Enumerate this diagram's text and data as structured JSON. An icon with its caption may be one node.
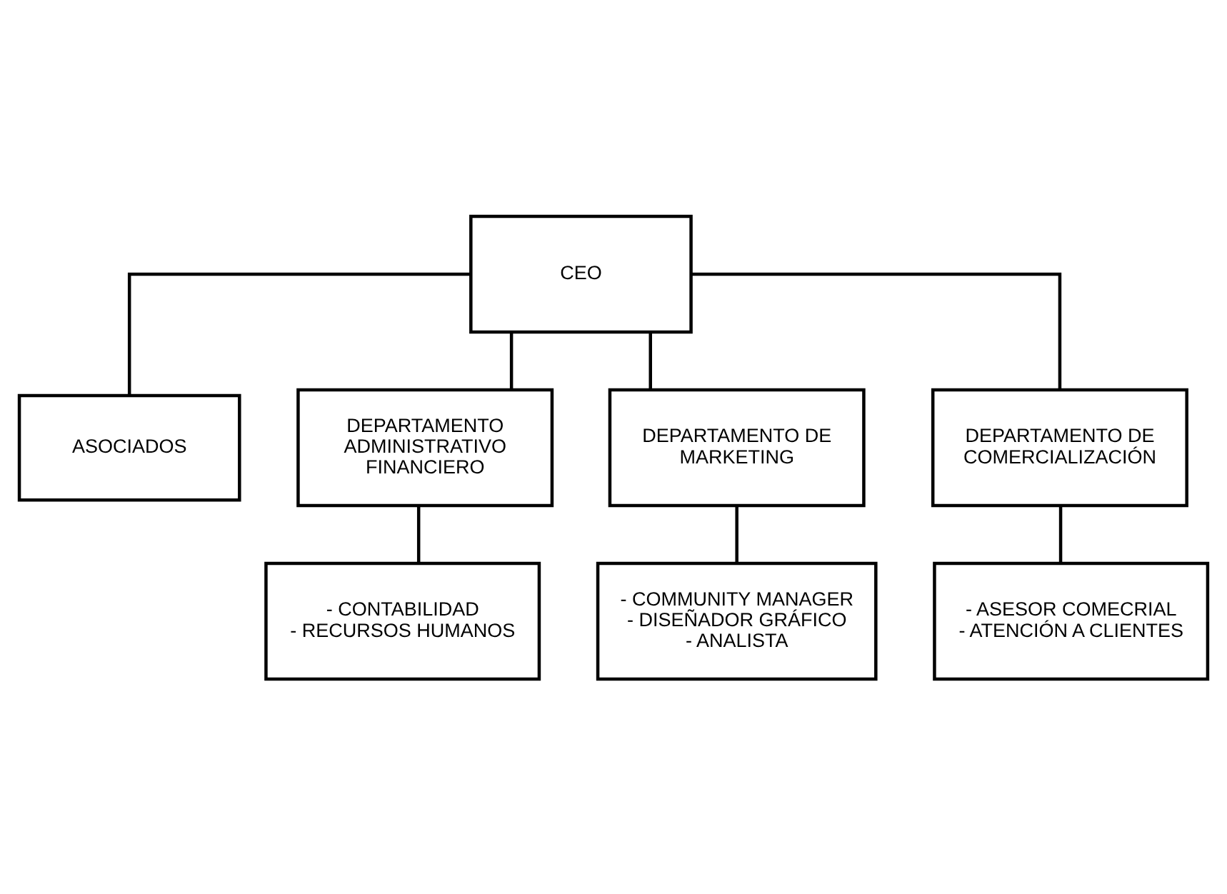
{
  "diagram": {
    "nodes": [
      {
        "text": [
          "CEO"
        ]
      },
      {
        "text": [
          "ASOCIADOS"
        ]
      },
      {
        "text": [
          "DEPARTAMENTO ADMINISTRATIVO FINANCIERO"
        ]
      },
      {
        "text": [
          "DEPARTAMENTO DE MARKETING"
        ]
      },
      {
        "text": [
          "DEPARTAMENTO DE COMERCIALIZACIÓN"
        ]
      },
      {
        "text": [
          "- CONTABILIDAD",
          "- RECURSOS HUMANOS"
        ]
      },
      {
        "text": [
          "- COMMUNITY MANAGER",
          "- DISEÑADOR GRÁFICO",
          "- ANALISTA"
        ]
      },
      {
        "text": [
          "- ASESOR COMECRIAL",
          "- ATENCIÓN A CLIENTES"
        ]
      }
    ],
    "edges": [
      {
        "from": 0,
        "to": 1,
        "arrow": "none"
      },
      {
        "from": 0,
        "to": 2,
        "arrow": "none"
      },
      {
        "from": 0,
        "to": 3,
        "arrow": "none"
      },
      {
        "from": 0,
        "to": 4,
        "arrow": "none"
      },
      {
        "from": 2,
        "to": 5,
        "arrow": "none"
      },
      {
        "from": 3,
        "to": 6,
        "arrow": "none"
      },
      {
        "from": 4,
        "to": 7,
        "arrow": "none"
      }
    ]
  }
}
